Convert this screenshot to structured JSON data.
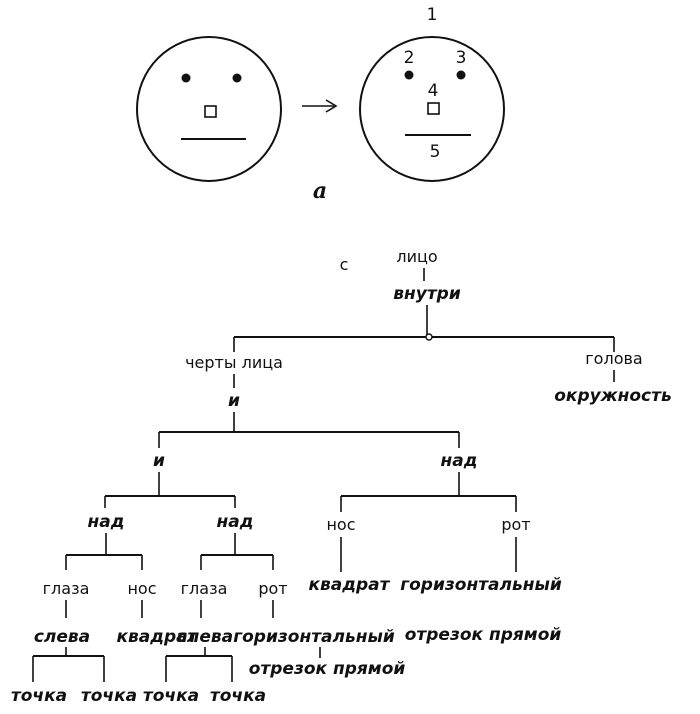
{
  "figure_a": {
    "caption": "a",
    "numbers": [
      "1",
      "2",
      "3",
      "4",
      "5"
    ]
  },
  "tree": {
    "marker": "с",
    "root": {
      "label": "лицо",
      "relation": "внутри"
    },
    "features": {
      "label": "черты лица",
      "relation": "и"
    },
    "head": {
      "label": "голова",
      "shape": "окружность"
    },
    "left_group": {
      "relation": "и"
    },
    "right_group": {
      "relation": "над"
    },
    "eyes_nose": {
      "relation": "над"
    },
    "eyes_mouth": {
      "relation": "над"
    },
    "nose_r": {
      "label": "нос",
      "shape": "квадрат"
    },
    "mouth_r": {
      "label": "рот",
      "shape": "горизонтальный",
      "shape2": "отрезок прямой"
    },
    "eyes1": {
      "label": "глаза",
      "relation": "слева"
    },
    "nose1": {
      "label": "нос",
      "shape": "квадрат"
    },
    "eyes2": {
      "label": "глаза",
      "relation": "слева"
    },
    "mouth2": {
      "label": "рот",
      "shape": "горизонтальный",
      "shape2": "отрезок прямой"
    },
    "leaves": [
      "точка",
      "точка",
      "точка",
      "точка"
    ]
  }
}
